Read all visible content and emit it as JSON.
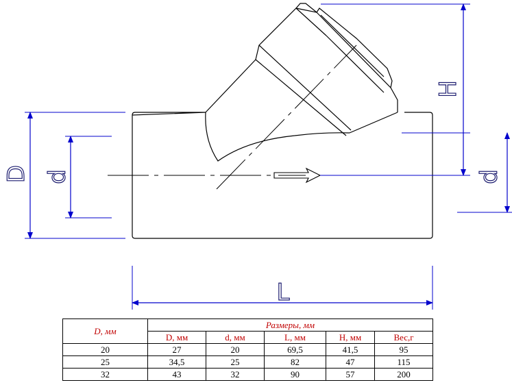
{
  "drawing": {
    "labels": {
      "outer_diameter": "D",
      "inner_diameter_left": "d",
      "inner_diameter_right": "d",
      "length": "L",
      "height": "H"
    },
    "colors": {
      "dimension": "#0000cc",
      "outline": "#000000",
      "letter_stroke": "#1a1a6e"
    }
  },
  "table": {
    "row_header": "D, мм",
    "group_header": "Размеры, мм",
    "columns": [
      "D, мм",
      "d, мм",
      "L, мм",
      "H, мм",
      "Вес,г"
    ],
    "rows": [
      {
        "dn": "20",
        "values": [
          "27",
          "20",
          "69,5",
          "41,5",
          "95"
        ]
      },
      {
        "dn": "25",
        "values": [
          "34,5",
          "25",
          "82",
          "47",
          "115"
        ]
      },
      {
        "dn": "32",
        "values": [
          "43",
          "32",
          "90",
          "57",
          "200"
        ]
      }
    ]
  }
}
